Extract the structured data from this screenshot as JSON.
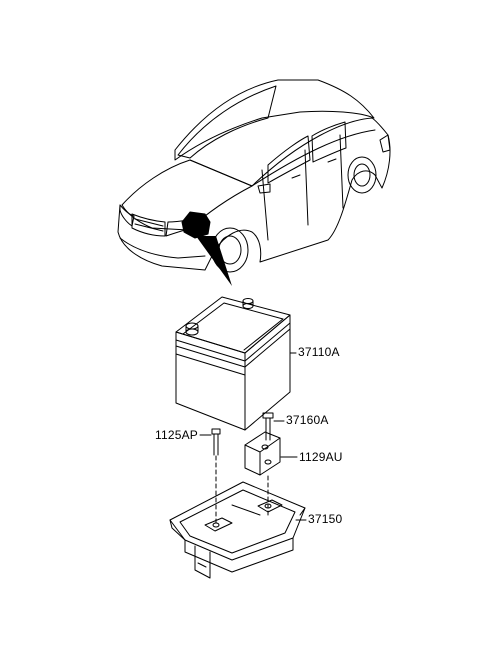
{
  "parts": {
    "battery": {
      "number": "37110A"
    },
    "clamp_bolt": {
      "number": "37160A"
    },
    "tray_bolt": {
      "number": "1125AP"
    },
    "bracket": {
      "number": "1129AU"
    },
    "tray": {
      "number": "37150"
    }
  },
  "colors": {
    "line": "#000000",
    "background": "#ffffff"
  },
  "icons": {
    "car": "car-illustration",
    "battery": "battery-illustration"
  }
}
